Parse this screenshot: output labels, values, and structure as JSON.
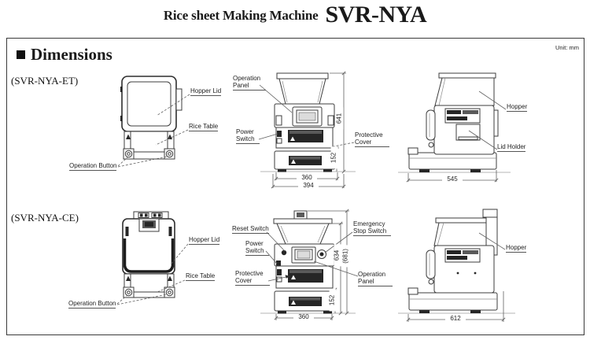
{
  "header": {
    "title_prefix": "Rice sheet Making Machine",
    "title_model": "SVR-NYA",
    "section_title": "Dimensions",
    "unit": "Unit: mm"
  },
  "et": {
    "model_label": "(SVR-NYA-ET)",
    "top": {
      "hopper_lid": "Hopper Lid",
      "rice_table": "Rice Table",
      "operation_button": "Operation Button"
    },
    "front": {
      "operation_panel": "Operation Panel",
      "power_switch": "Power Switch",
      "protective_cover": "Protective Cover",
      "dim_height": "641",
      "dim_base_height": "152",
      "dim_width_inner": "360",
      "dim_width_outer": "394"
    },
    "side": {
      "hopper": "Hopper",
      "lid_holder": "Lid Holder",
      "dim_depth": "545"
    }
  },
  "ce": {
    "model_label": "(SVR-NYA-CE)",
    "top": {
      "hopper_lid": "Hopper Lid",
      "rice_table": "Rice Table",
      "operation_button": "Operation Button"
    },
    "front": {
      "reset_switch": "Reset Switch",
      "power_switch": "Power Switch",
      "protective_cover": "Protective Cover",
      "emergency_stop_switch": "Emergency Stop Switch",
      "operation_panel": "Operation Panel",
      "dim_height": "634",
      "dim_height_total": "(681)",
      "dim_base_height": "152",
      "dim_width": "360"
    },
    "side": {
      "hopper": "Hopper",
      "dim_depth": "612"
    }
  }
}
